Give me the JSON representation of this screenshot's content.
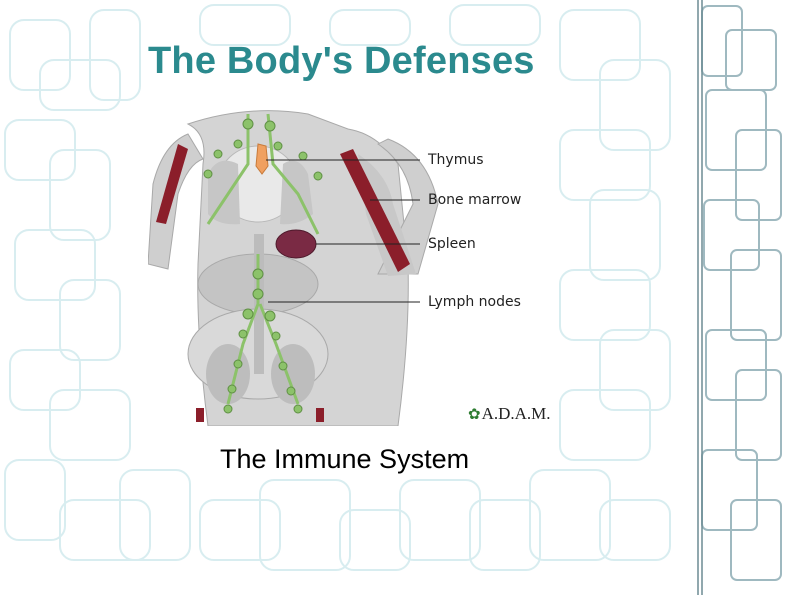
{
  "slide": {
    "title": "The Body's Defenses",
    "caption": "The Immune System"
  },
  "figure": {
    "labels": {
      "thymus": "Thymus",
      "bone_marrow": "Bone marrow",
      "spleen": "Spleen",
      "lymph_nodes": "Lymph nodes"
    },
    "watermark": "A.D.A.M."
  },
  "colors": {
    "title": "#2b8a8e",
    "lymph": "#8cc26a",
    "bone_marrow": "#8b1e2a",
    "spleen": "#7a2a44",
    "thymus": "#f0a060",
    "background_lines": "#d6ecef"
  }
}
